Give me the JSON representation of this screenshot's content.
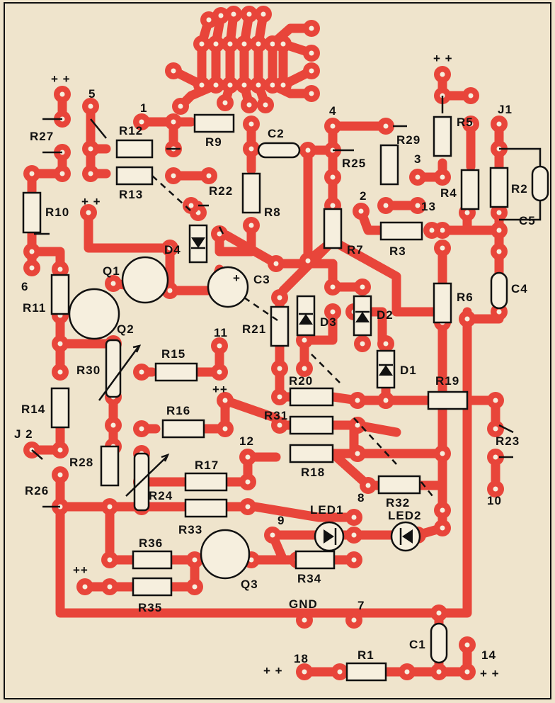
{
  "accent_color": "#e8453a",
  "background_color": "#efe4cc",
  "labels": {
    "plus_tl": "+ +",
    "n5": "5",
    "n1": "1",
    "R27": "R27",
    "R12": "R12",
    "R9": "R9",
    "C2": "C2",
    "n4": "4",
    "R29": "R29",
    "plus_tr": "+ +",
    "R5": "R5",
    "J1": "J1",
    "R13": "R13",
    "R22": "R22",
    "R25": "R25",
    "n3": "3",
    "R4": "R4",
    "R2": "R2",
    "R10": "R10",
    "n13": "13",
    "n2": "2",
    "C5": "C5",
    "R8": "R8",
    "plus_l2": "+ +",
    "D4": "D4",
    "R7": "R7",
    "R3": "R3",
    "Q1": "Q1",
    "C3": "C3",
    "n6": "6",
    "R6": "R6",
    "C4": "C4",
    "R11": "R11",
    "D3": "D3",
    "D2": "D2",
    "R21": "R21",
    "Q2": "Q2",
    "n11": "11",
    "D1": "D1",
    "R15": "R15",
    "R30": "R30",
    "R19": "R19",
    "R20": "R20",
    "R14": "R14",
    "plus_mid": "++",
    "R31": "R31",
    "J2": "J 2",
    "R16": "R16",
    "R23": "R23",
    "n12": "12",
    "R28": "R28",
    "R18": "R18",
    "R17": "R17",
    "R26": "R26",
    "R32": "R32",
    "R24": "R24",
    "n8": "8",
    "n10": "10",
    "LED1": "LED1",
    "R33": "R33",
    "n9": "9",
    "LED2": "LED2",
    "R36": "R36",
    "plus_bl": "++",
    "Q3": "Q3",
    "R34": "R34",
    "R35": "R35",
    "GND": "GND",
    "n7": "7",
    "C1": "C1",
    "n18": "18",
    "R1": "R1",
    "n14": "14",
    "plus_bl2": "+ +",
    "plus_br": "+ +",
    "C3_polarity": "+"
  }
}
